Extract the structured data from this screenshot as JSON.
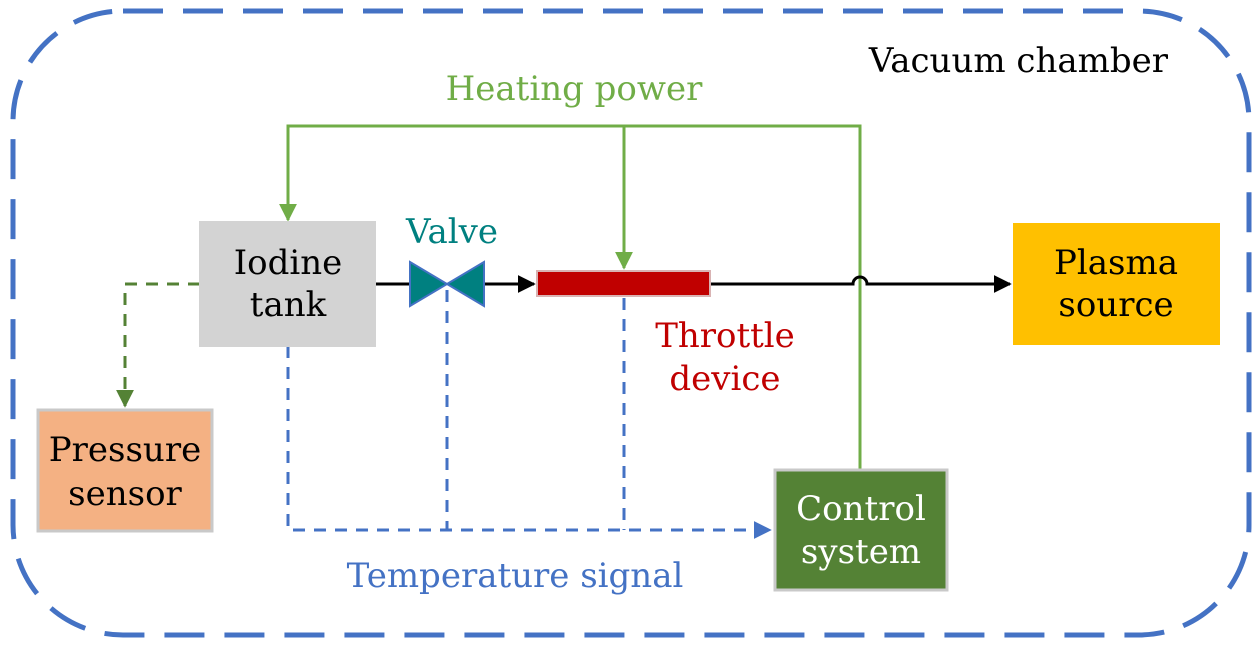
{
  "colors": {
    "chamber_border": "#4472C4",
    "heating_line": "#70AD47",
    "pressure_line": "#548235",
    "signal_line": "#4472C4",
    "flow_line": "#000000",
    "iodine_tank_fill": "#D3D3D3",
    "pressure_sensor_fill": "#F4B183",
    "plasma_source_fill": "#FFC000",
    "control_system_fill": "#548235",
    "throttle_fill": "#C00000",
    "valve_fill": "#008080",
    "valve_stroke": "#4472C4",
    "box_border": "#C9C9C9"
  },
  "labels": {
    "vacuum_chamber": "Vacuum chamber",
    "heating_power": "Heating power",
    "valve": "Valve",
    "throttle_line1": "Throttle",
    "throttle_line2": "device",
    "temperature_signal": "Temperature signal"
  },
  "nodes": {
    "iodine_tank": {
      "line1": "Iodine",
      "line2": "tank"
    },
    "pressure_sensor": {
      "line1": "Pressure",
      "line2": "sensor"
    },
    "plasma_source": {
      "line1": "Plasma",
      "line2": "source"
    },
    "control_system": {
      "line1": "Control",
      "line2": "system"
    }
  }
}
